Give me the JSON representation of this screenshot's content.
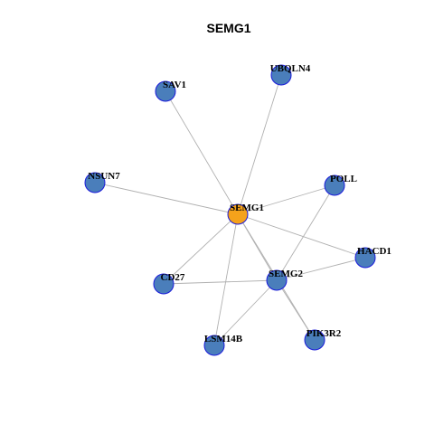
{
  "title": "SEMG1",
  "colors": {
    "center_node": "#f5a21b",
    "node": "#4a7ebb",
    "node_border": "#1a1adb",
    "edge": "#b0b0b0"
  },
  "nodes": [
    {
      "id": "SEMG1",
      "label": "SEMG1",
      "center": true
    },
    {
      "id": "UBQLN4",
      "label": "UBQLN4",
      "center": false
    },
    {
      "id": "SAV1",
      "label": "SAV1",
      "center": false
    },
    {
      "id": "NSUN7",
      "label": "NSUN7",
      "center": false
    },
    {
      "id": "POLL",
      "label": "POLL",
      "center": false
    },
    {
      "id": "HACD1",
      "label": "HACD1",
      "center": false
    },
    {
      "id": "SEMG2",
      "label": "SEMG2",
      "center": false
    },
    {
      "id": "CD27",
      "label": "CD27",
      "center": false
    },
    {
      "id": "LSM14B",
      "label": "LSM14B",
      "center": false
    },
    {
      "id": "PIK3R2",
      "label": "PIK3R2",
      "center": false
    }
  ],
  "edges": [
    [
      "SEMG1",
      "UBQLN4"
    ],
    [
      "SEMG1",
      "SAV1"
    ],
    [
      "SEMG1",
      "NSUN7"
    ],
    [
      "SEMG1",
      "POLL"
    ],
    [
      "SEMG1",
      "HACD1"
    ],
    [
      "SEMG1",
      "CD27"
    ],
    [
      "SEMG1",
      "LSM14B"
    ],
    [
      "SEMG1",
      "PIK3R2"
    ],
    [
      "SEMG1",
      "SEMG2"
    ],
    [
      "SEMG2",
      "POLL"
    ],
    [
      "SEMG2",
      "HACD1"
    ],
    [
      "SEMG2",
      "CD27"
    ],
    [
      "SEMG2",
      "LSM14B"
    ],
    [
      "SEMG2",
      "PIK3R2"
    ]
  ]
}
